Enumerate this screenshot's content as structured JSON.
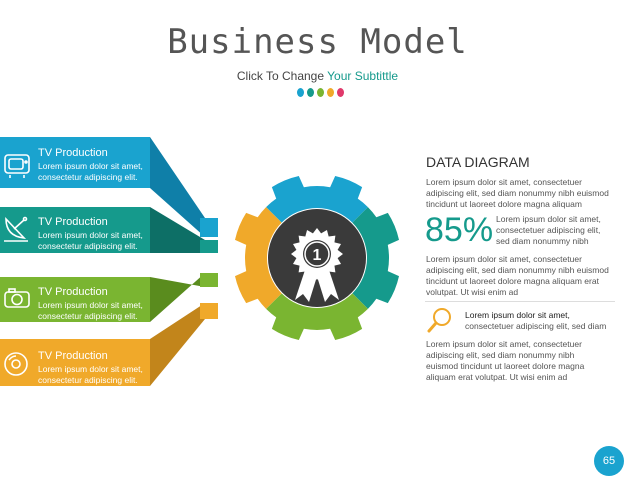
{
  "header": {
    "title": "Business Model",
    "subtitle_prefix": "Click To Change ",
    "subtitle_accent": "Your Subtittle"
  },
  "colors": {
    "blue": "#1aa3cf",
    "teal": "#159a8c",
    "green": "#7ab531",
    "orange": "#f0a92a",
    "pink": "#e0396b",
    "dark": "#3a3a3a"
  },
  "dots": [
    "#1aa3cf",
    "#159a8c",
    "#7ab531",
    "#f0a92a",
    "#e0396b"
  ],
  "items": [
    {
      "title": "TV Production",
      "line1": "Lorem ipsum dolor sit amet,",
      "line2": "consectetur adipiscing elit.",
      "icon": "tv-icon"
    },
    {
      "title": "TV Production",
      "line1": "Lorem ipsum dolor sit amet,",
      "line2": "consectetur adipiscing elit.",
      "icon": "satellite-dish-icon"
    },
    {
      "title": "TV Production",
      "line1": "Lorem ipsum dolor sit amet,",
      "line2": "consectetur adipiscing elit.",
      "icon": "camera-icon"
    },
    {
      "title": "TV Production",
      "line1": "Lorem ipsum dolor sit amet,",
      "line2": "consectetur adipiscing elit.",
      "icon": "disc-icon"
    }
  ],
  "gear": {
    "badge_number": "1",
    "icon": "award-ribbon-icon"
  },
  "right": {
    "title": "DATA DIAGRAM",
    "p1": [
      "Lorem ipsum dolor sit amet, consectetuer",
      "adipiscing elit, sed diam nonummy nibh euismod",
      "tincidunt ut laoreet dolore magna aliquam"
    ],
    "percent": "85%",
    "p2": [
      "Lorem ipsum dolor sit amet,",
      "consectetuer adipiscing elit,",
      "sed diam nonummy nibh"
    ],
    "p3": [
      "Lorem ipsum dolor sit amet, consectetuer",
      "adipiscing elit, sed diam nonummy nibh euismod",
      "tincidunt ut laoreet dolore magna aliquam erat",
      "volutpat. Ut wisi enim ad"
    ],
    "p4": [
      "Lorem ipsum dolor sit amet,",
      "consectetuer adipiscing elit, sed diam"
    ],
    "search_icon": "search-icon",
    "p5": [
      "Lorem ipsum dolor sit amet, consectetuer",
      "adipiscing elit, sed diam nonummy nibh",
      "euismod tincidunt ut laoreet dolore magna",
      "aliquam erat volutpat. Ut wisi enim ad"
    ]
  },
  "page_number": "65"
}
